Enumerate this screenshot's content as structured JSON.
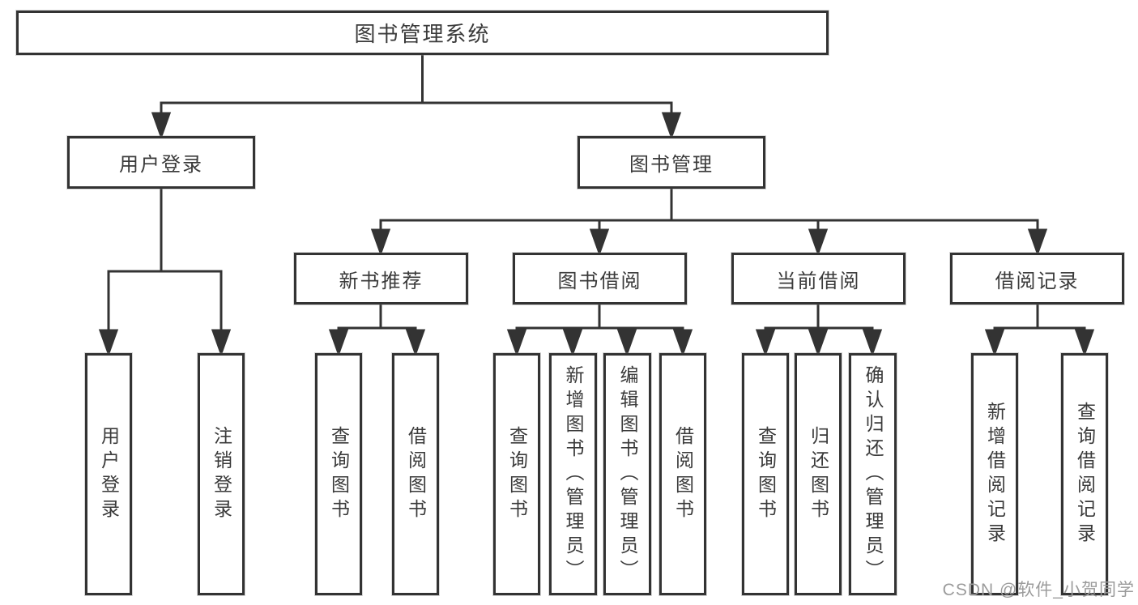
{
  "diagram": {
    "root": {
      "label": "图书管理系统"
    },
    "level2": [
      {
        "label": "用户登录"
      },
      {
        "label": "图书管理"
      }
    ],
    "level3": [
      {
        "label": "新书推荐",
        "parent": "图书管理"
      },
      {
        "label": "图书借阅",
        "parent": "图书管理"
      },
      {
        "label": "当前借阅",
        "parent": "图书管理"
      },
      {
        "label": "借阅记录",
        "parent": "图书管理"
      }
    ],
    "leaves": [
      {
        "label": "用户登录",
        "parent": "用户登录"
      },
      {
        "label": "注销登录",
        "parent": "用户登录"
      },
      {
        "label": "查询图书",
        "parent": "新书推荐"
      },
      {
        "label": "借阅图书",
        "parent": "新书推荐"
      },
      {
        "label": "查询图书",
        "parent": "图书借阅"
      },
      {
        "label": "新增图书（管理员）",
        "parent": "图书借阅"
      },
      {
        "label": "编辑图书（管理员）",
        "parent": "图书借阅"
      },
      {
        "label": "借阅图书",
        "parent": "图书借阅"
      },
      {
        "label": "查询图书",
        "parent": "当前借阅"
      },
      {
        "label": "归还图书",
        "parent": "当前借阅"
      },
      {
        "label": "确认归还（管理员）",
        "parent": "当前借阅"
      },
      {
        "label": "新增借阅记录",
        "parent": "借阅记录"
      },
      {
        "label": "查询借阅记录",
        "parent": "借阅记录"
      }
    ]
  },
  "watermark": "CSDN @软件_小贺同学",
  "colors": {
    "line": "#333333",
    "box_border": "#333333",
    "box_background": "#ffffff",
    "text": "#3a3a3a",
    "watermark": "#9b9b9b"
  }
}
